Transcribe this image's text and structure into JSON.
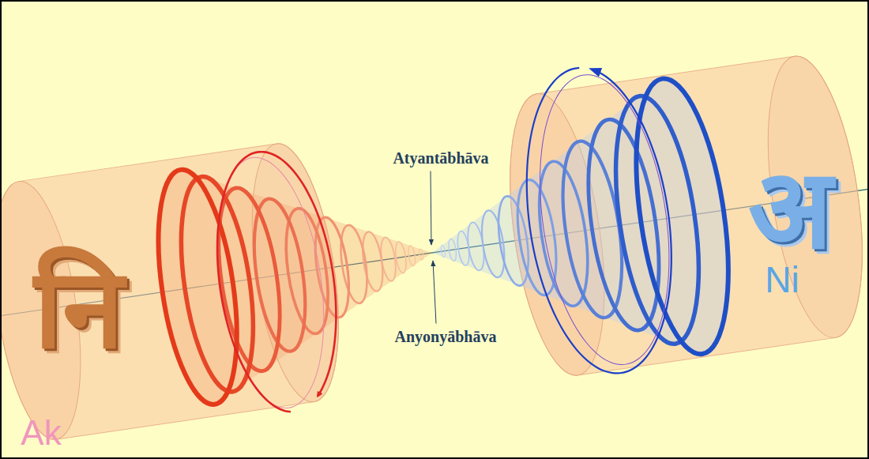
{
  "diagram": {
    "labels": [
      "Atyantābhāva",
      "Anyonyābhāva",
      "नि",
      "Ak",
      "अ",
      "Ni"
    ]
  }
}
